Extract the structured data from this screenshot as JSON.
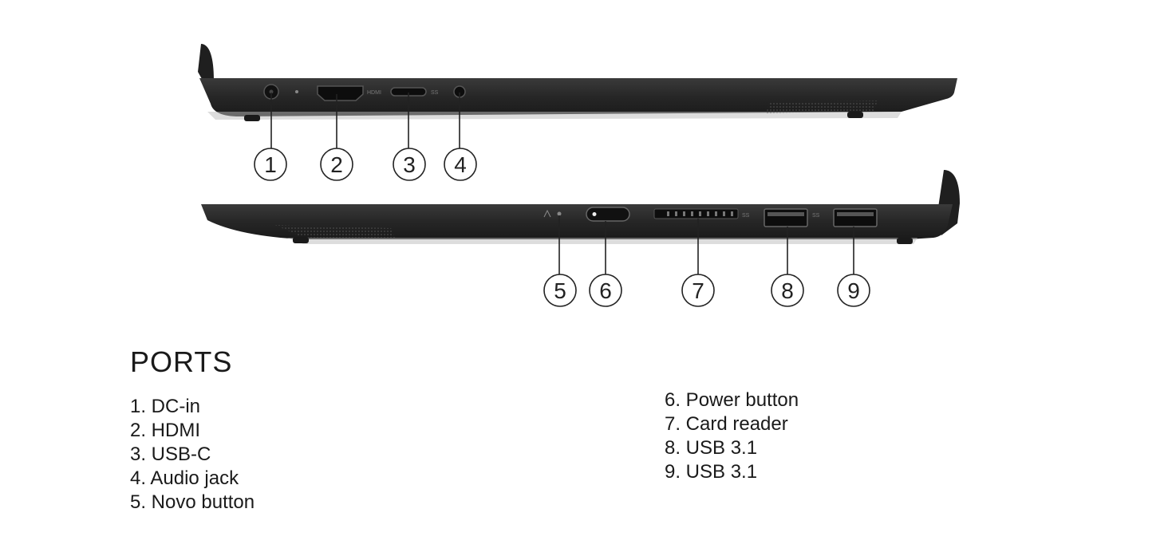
{
  "diagram": {
    "laptop_color": "#2b2b2b",
    "callouts": [
      "1",
      "2",
      "3",
      "4",
      "5",
      "6",
      "7",
      "8",
      "9"
    ],
    "port_labels": {
      "hdmi": "HDMI",
      "usb_c_logo": "SS",
      "usb_a_logo": "SS"
    }
  },
  "ports": {
    "heading": "PORTS",
    "left_items": [
      "1. DC-in",
      "2. HDMI",
      "3. USB-C",
      "4. Audio jack",
      "5. Novo button"
    ],
    "right_items": [
      "6. Power button",
      "7. Card reader",
      "8. USB 3.1",
      "9. USB 3.1"
    ]
  }
}
